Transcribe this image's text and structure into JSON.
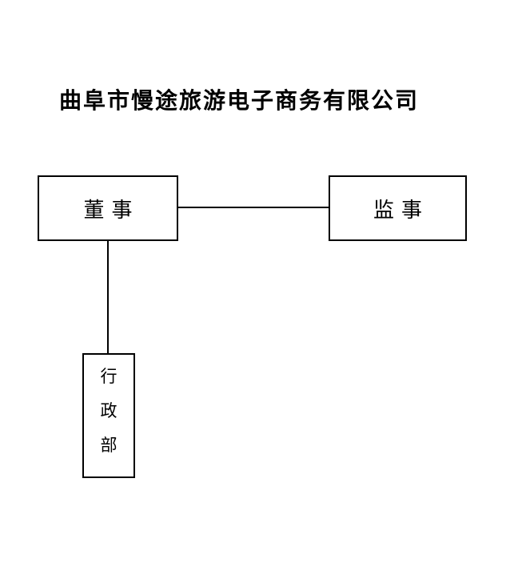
{
  "page": {
    "background_color": "#ffffff",
    "text_color": "#000000"
  },
  "title": {
    "text": "曲阜市慢途旅游电子商务有限公司"
  },
  "org_chart": {
    "border_color": "#000000",
    "line_color": "#000000",
    "nodes": [
      {
        "id": "director",
        "label": "董事",
        "orientation": "horizontal"
      },
      {
        "id": "supervisor",
        "label": "监事",
        "orientation": "horizontal"
      },
      {
        "id": "admin-dept",
        "label": "行政部",
        "orientation": "vertical",
        "chars": [
          "行",
          "政",
          "部"
        ]
      }
    ],
    "edges": [
      {
        "from": "director",
        "to": "supervisor",
        "shape": "horizontal-line"
      },
      {
        "from": "director",
        "to": "admin-dept",
        "shape": "vertical-line"
      }
    ]
  }
}
